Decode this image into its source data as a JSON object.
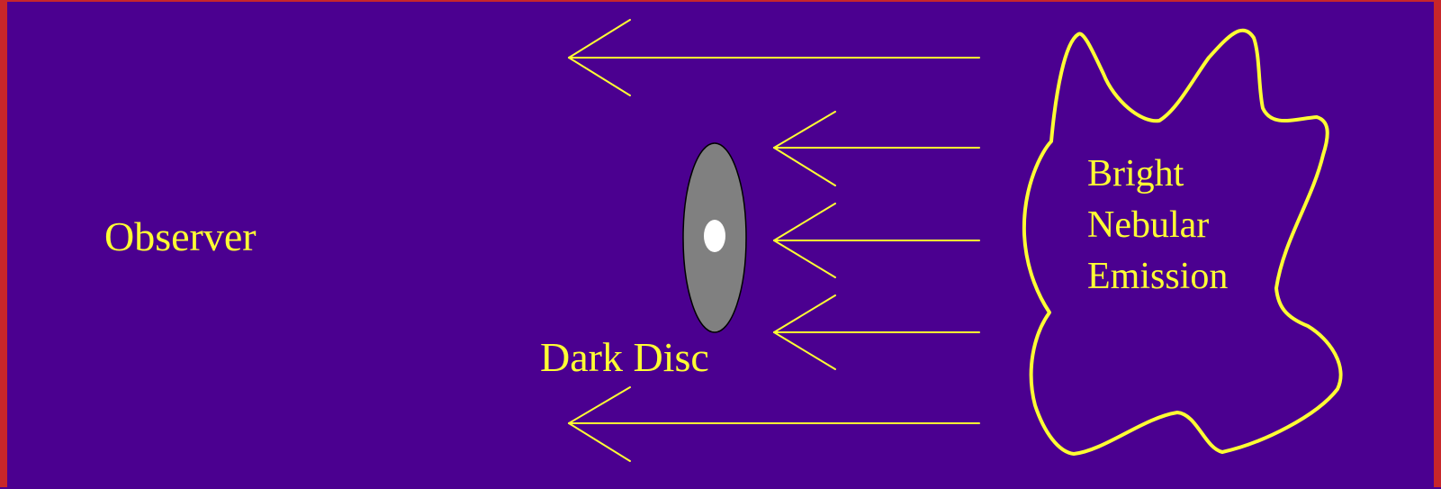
{
  "labels": {
    "observer": "Observer",
    "dark_disc": "Dark Disc",
    "nebula": [
      "Bright",
      "Nebular",
      "Emission"
    ]
  },
  "colors": {
    "background": "#4b0090",
    "border": "#c8262a",
    "lines_and_text": "#ffff33",
    "disc_fill": "#808080",
    "disc_center": "#ffffff"
  },
  "icons": {
    "arrow": "left-arrow-icon",
    "disc": "dark-disc-icon",
    "nebula": "nebula-cloud-icon"
  }
}
